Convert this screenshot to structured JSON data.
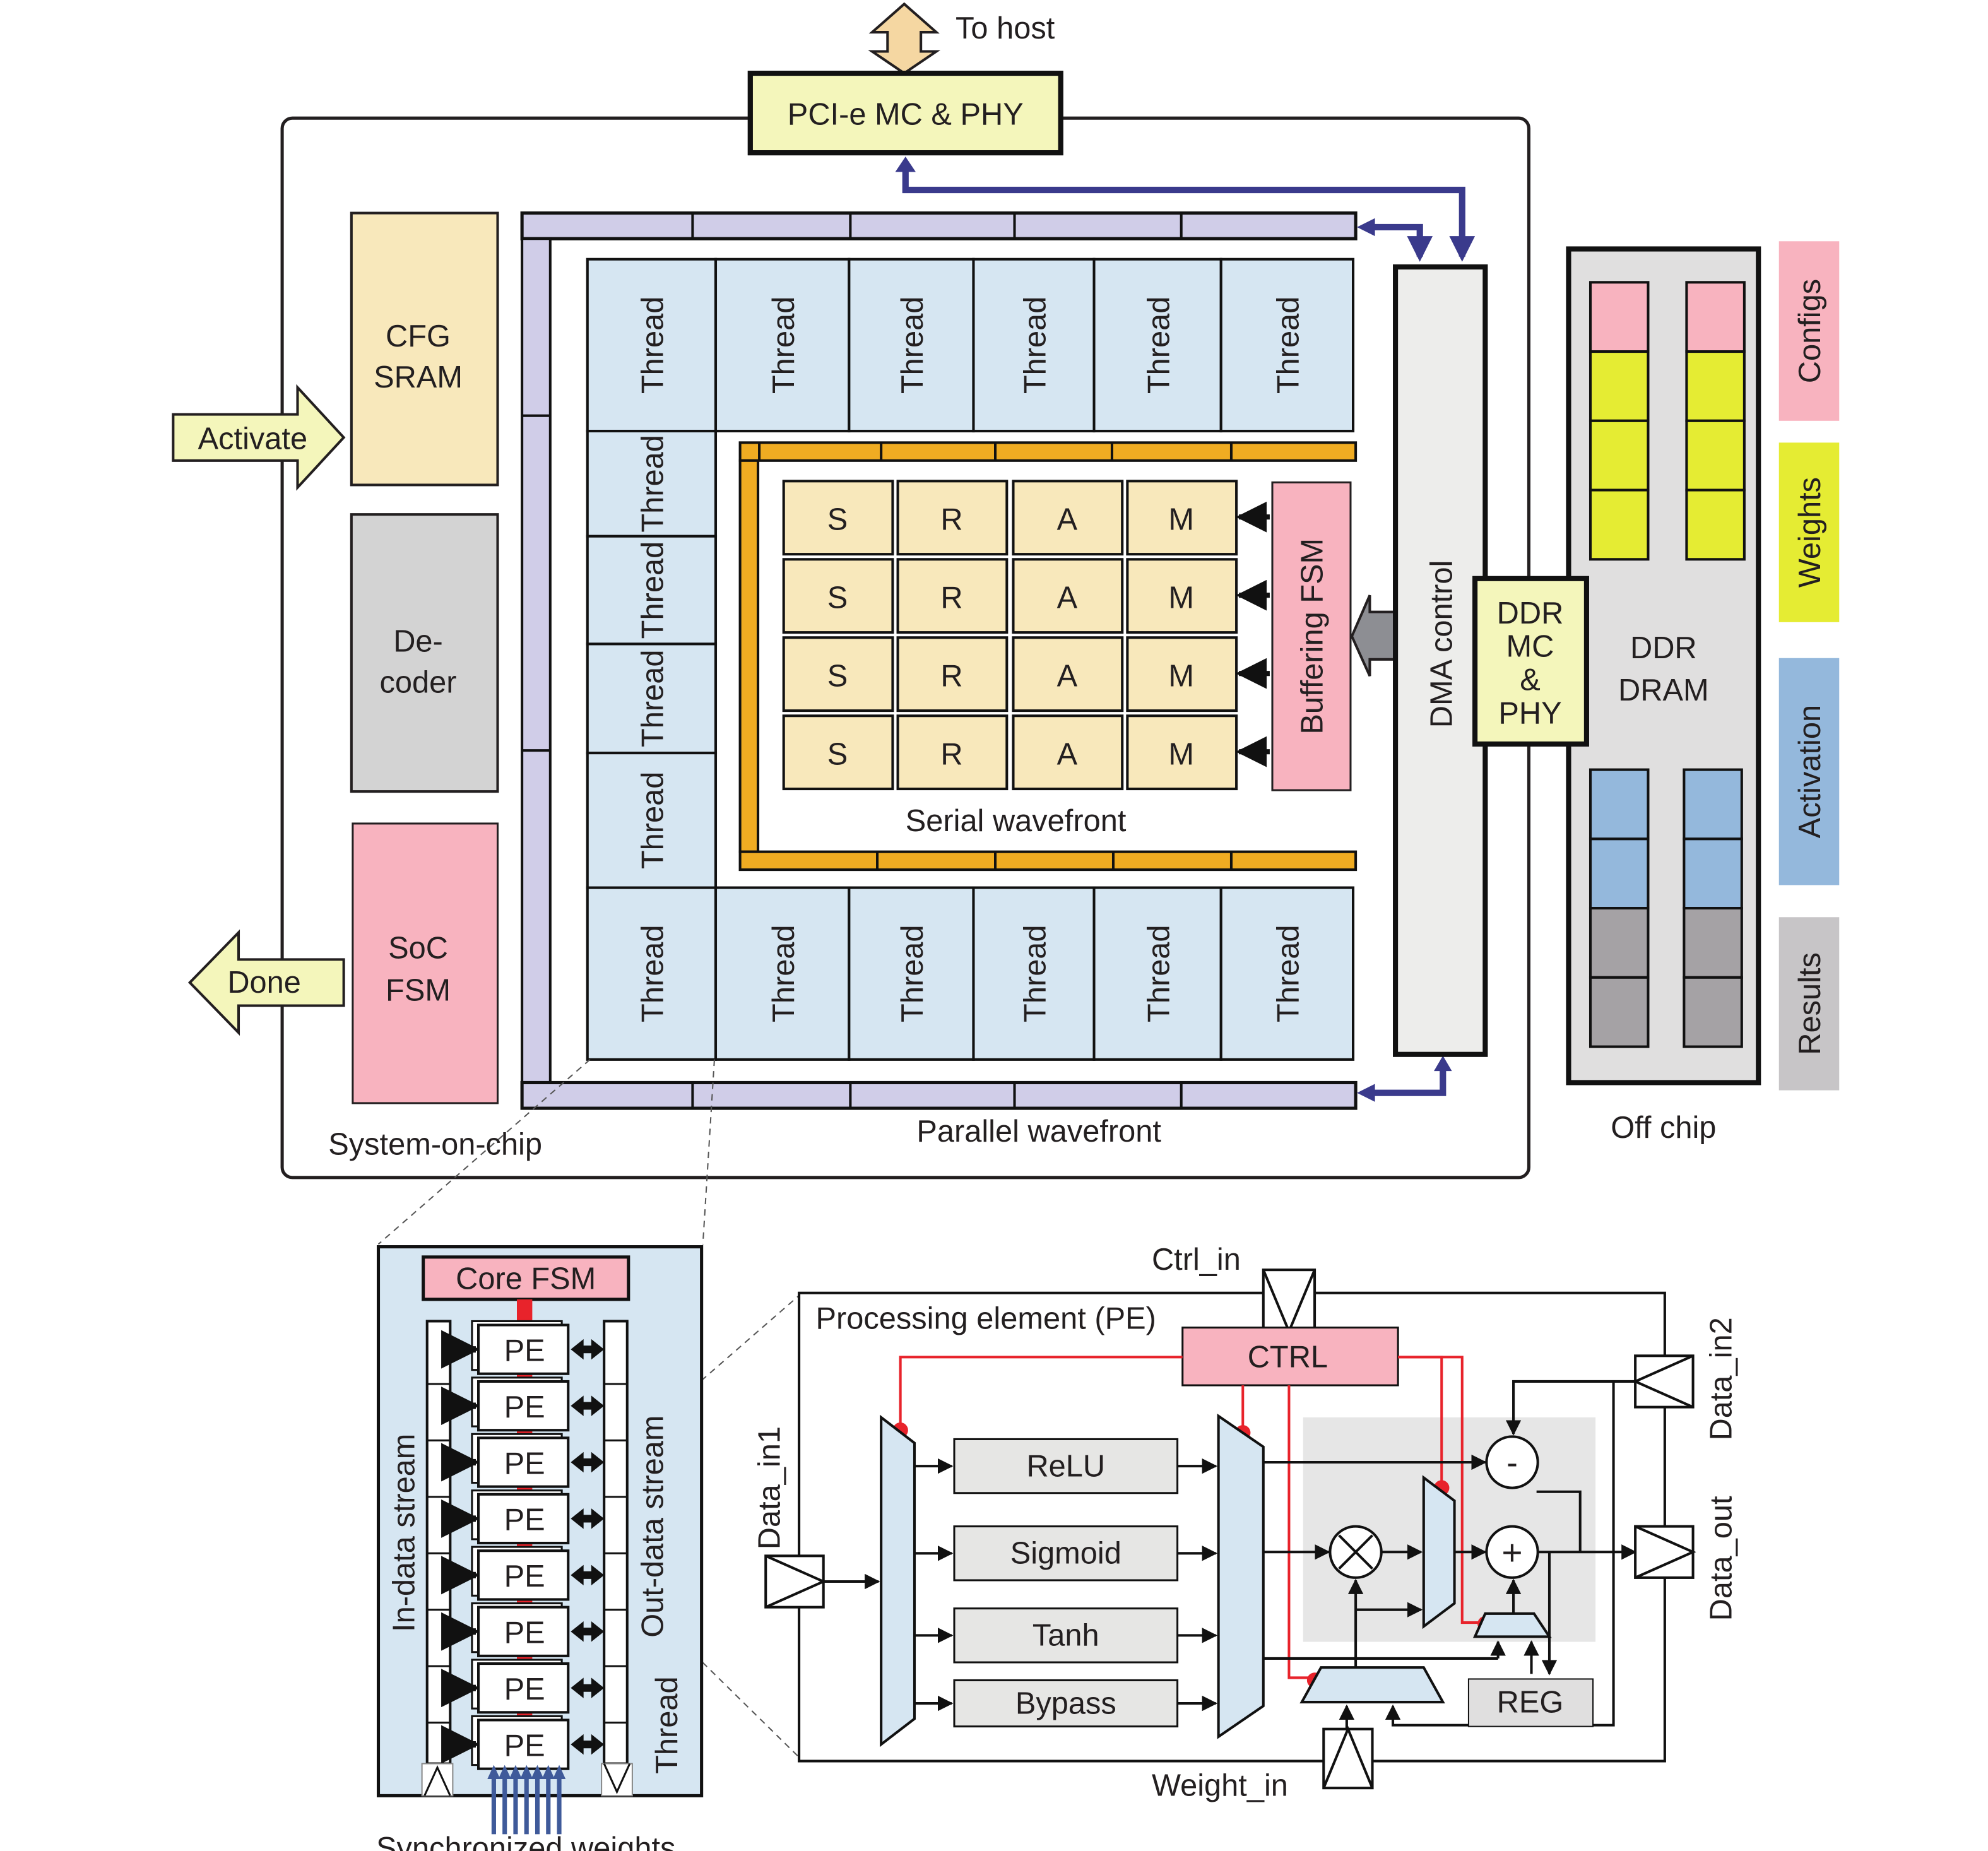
{
  "host": {
    "label": "To host",
    "pcie_label": "PCI-e MC & PHY"
  },
  "soc": {
    "label": "System-on-chip",
    "cfg_sram": [
      "CFG",
      "SRAM"
    ],
    "decoder": [
      "De-",
      "coder"
    ],
    "soc_fsm": [
      "SoC",
      "FSM"
    ],
    "activate_label": "Activate",
    "done_label": "Done",
    "thread_label": "Thread",
    "sram_letters": [
      "S",
      "R",
      "A",
      "M"
    ],
    "buffering_fsm": "Buffering FSM",
    "serial_wavefront": "Serial wavefront",
    "parallel_wavefront": "Parallel wavefront",
    "dma_control": "DMA control",
    "ddr_mc_phy": [
      "DDR",
      "MC",
      "&",
      "PHY"
    ]
  },
  "offchip": {
    "label": "Off chip",
    "dram": [
      "DDR",
      "DRAM"
    ],
    "legend": [
      {
        "label": "Configs",
        "color": "#f8b3bf"
      },
      {
        "label": "Weights",
        "color": "#e5ec33"
      },
      {
        "label": "Activation",
        "color": "#94b8dc"
      },
      {
        "label": "Results",
        "color": "#c7c5c7"
      }
    ]
  },
  "core": {
    "fsm_label": "Core FSM",
    "pe_label": "PE",
    "pe_count": 8,
    "in_stream": "In-data stream",
    "out_stream": "Out-data stream",
    "thread": "Thread",
    "sync_weights": "Synchronized weights"
  },
  "pe": {
    "title": "Processing element (PE)",
    "ctrl": "CTRL",
    "ctrl_in": "Ctrl_in",
    "weight_in": "Weight_in",
    "data_in1": "Data_in1",
    "data_in2": "Data_in2",
    "data_out": "Data_out",
    "functions": [
      "ReLU",
      "Sigmoid",
      "Tanh",
      "Bypass"
    ],
    "reg": "REG",
    "mult_symbol": "×",
    "add_symbol": "+",
    "sub_symbol": "-"
  },
  "colors": {
    "bus_blue": "#3a3a8c",
    "wavefront_purple": "#d0cde8",
    "thread_blue": "#d6e6f2",
    "sram_cream": "#f8e8bb",
    "orange_bus": "#f0ac22",
    "pink": "#f8b3bf",
    "light_yellow": "#f4f6bb",
    "ctrl_red": "#e8232b"
  }
}
